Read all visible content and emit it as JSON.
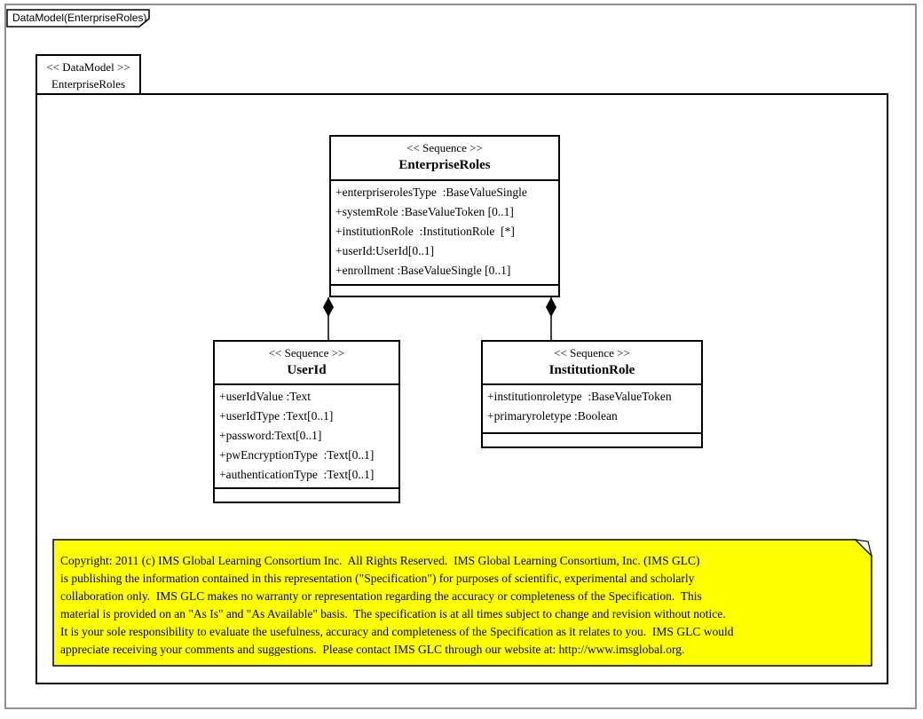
{
  "frame": {
    "tab_label": "DataModel(EnterpriseRoles)"
  },
  "package": {
    "stereotype": "<< DataModel >>",
    "name": "EnterpriseRoles"
  },
  "classes": [
    {
      "stereotype": "<< Sequence >>",
      "name": "EnterpriseRoles",
      "attributes": [
        "+enterpriserolesType  :BaseValueSingle",
        "+systemRole :BaseValueToken [0..1]",
        "+institutionRole  :InstitutionRole  [*]",
        "+userId:UserId[0..1]",
        "+enrollment :BaseValueSingle [0..1]"
      ]
    },
    {
      "stereotype": "<< Sequence >>",
      "name": "UserId",
      "attributes": [
        "+userIdValue :Text",
        "+userIdType :Text[0..1]",
        "+password:Text[0..1]",
        "+pwEncryptionType  :Text[0..1]",
        "+authenticationType  :Text[0..1]"
      ]
    },
    {
      "stereotype": "<< Sequence >>",
      "name": "InstitutionRole",
      "attributes": [
        "+institutionroletype  :BaseValueToken",
        "+primaryroletype :Boolean"
      ]
    }
  ],
  "relationships": [
    {
      "type": "composition",
      "from": "EnterpriseRoles",
      "to": "UserId"
    },
    {
      "type": "composition",
      "from": "EnterpriseRoles",
      "to": "InstitutionRole"
    }
  ],
  "note": {
    "lines": [
      "Copyright: 2011 (c) IMS Global Learning Consortium Inc.  All Rights Reserved.  IMS Global Learning Consortium, Inc. (IMS GLC)",
      "is publishing the information contained in this representation (\"Specification\") for purposes of scientific, experimental and scholarly",
      "collaboration only.  IMS GLC makes no warranty or representation regarding the accuracy or completeness of the Specification.  This",
      "material is provided on an \"As Is\" and \"As Available\" basis.  The specification is at all times subject to change and revision without notice.",
      "It is your sole responsibility to evaluate the usefulness, accuracy and completeness of the Specification as it relates to you.  IMS GLC would",
      "appreciate receiving your comments and suggestions.  Please contact IMS GLC through our website at: http://www.imsglobal.org."
    ]
  },
  "colors": {
    "note_bg": "#FFFF00",
    "line": "#000000",
    "frame_border": "#909090"
  }
}
